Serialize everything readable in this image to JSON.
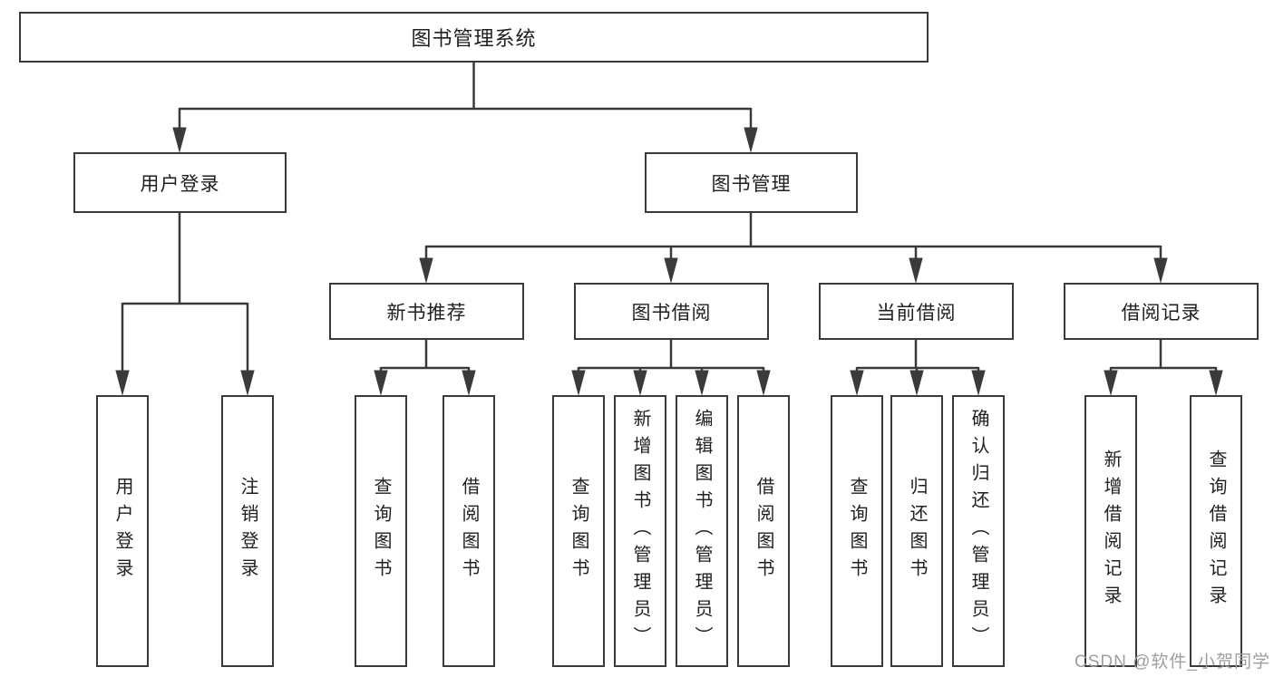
{
  "diagram": {
    "root": {
      "label": "图书管理系统"
    },
    "level1": [
      {
        "label": "用户登录",
        "parent": "图书管理系统"
      },
      {
        "label": "图书管理",
        "parent": "图书管理系统"
      }
    ],
    "level2": [
      {
        "label": "新书推荐",
        "parent": "图书管理"
      },
      {
        "label": "图书借阅",
        "parent": "图书管理"
      },
      {
        "label": "当前借阅",
        "parent": "图书管理"
      },
      {
        "label": "借阅记录",
        "parent": "图书管理"
      }
    ],
    "leaves": [
      {
        "label": "用户登录",
        "parent": "用户登录"
      },
      {
        "label": "注销登录",
        "parent": "用户登录"
      },
      {
        "label": "查询图书",
        "parent": "新书推荐"
      },
      {
        "label": "借阅图书",
        "parent": "新书推荐"
      },
      {
        "label": "查询图书",
        "parent": "图书借阅"
      },
      {
        "label": "新增图书（管理员）",
        "parent": "图书借阅"
      },
      {
        "label": "编辑图书（管理员）",
        "parent": "图书借阅"
      },
      {
        "label": "借阅图书",
        "parent": "图书借阅"
      },
      {
        "label": "查询图书",
        "parent": "当前借阅"
      },
      {
        "label": "归还图书",
        "parent": "当前借阅"
      },
      {
        "label": "确认归还（管理员）",
        "parent": "当前借阅"
      },
      {
        "label": "新增借阅记录",
        "parent": "借阅记录"
      },
      {
        "label": "查询借阅记录",
        "parent": "借阅记录"
      }
    ]
  },
  "watermark": {
    "text": "CSDN @软件_小贺同学"
  },
  "colors": {
    "line": "#3a3a3a",
    "box_border": "#3a3a3a",
    "box_bg": "#ffffff",
    "text": "#1f1f1f",
    "watermark": "#9e9e9e",
    "background": "#ffffff"
  }
}
